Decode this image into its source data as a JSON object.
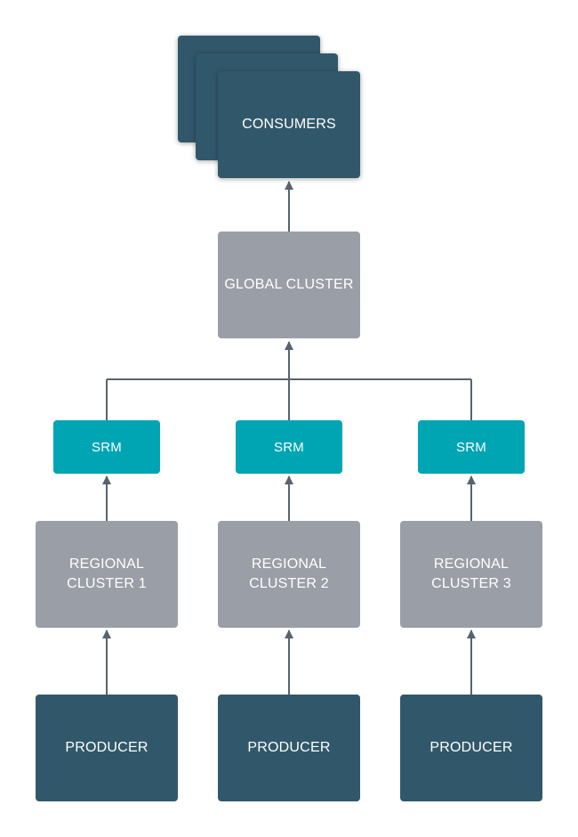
{
  "colors": {
    "dark_node": "#31586a",
    "cluster_node": "#9a9ea6",
    "srm_node": "#00a5b3",
    "connector": "#59636d",
    "background": "#ffffff"
  },
  "consumers": {
    "label": "CONSUMERS"
  },
  "global_cluster": {
    "label": "GLOBAL CLUSTER"
  },
  "regions": [
    {
      "srm": "SRM",
      "cluster": "REGIONAL\nCLUSTER 1",
      "producer": "PRODUCER"
    },
    {
      "srm": "SRM",
      "cluster": "REGIONAL\nCLUSTER 2",
      "producer": "PRODUCER"
    },
    {
      "srm": "SRM",
      "cluster": "REGIONAL\nCLUSTER 3",
      "producer": "PRODUCER"
    }
  ]
}
